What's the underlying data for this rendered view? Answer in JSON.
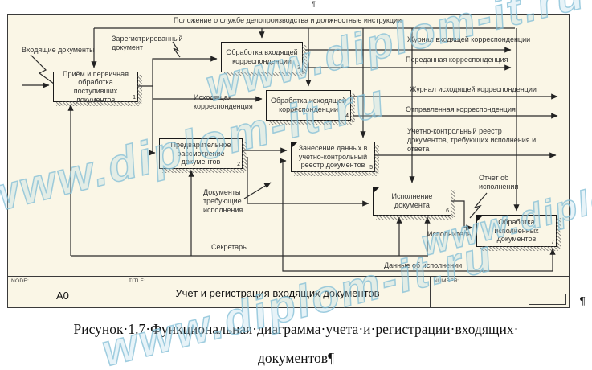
{
  "watermark": {
    "text": "www.diplom-it.ru"
  },
  "marks": {
    "pilcrow_top": "¶",
    "pilcrow_side": "¶"
  },
  "diagram": {
    "control_label": "Положение о службе делопроизводства и должностные инструкции",
    "boxes": {
      "b1": {
        "label": "Приём и первичная обработка поступивших документов",
        "num": "1"
      },
      "b2": {
        "label": "Предварительное рассмотрение документов",
        "num": "2"
      },
      "b3": {
        "label": "Обработка входящей корреспонденции",
        "num": "3"
      },
      "b4": {
        "label": "Обработка исходящей корреспонденции",
        "num": "4"
      },
      "b5": {
        "label": "Занесение данных в учетно-контрольный реестр документов",
        "num": "5"
      },
      "b6": {
        "label": "Исполнение документа",
        "num": "6"
      },
      "b7": {
        "label": "Обработка исполненных документов",
        "num": "7"
      }
    },
    "labels": {
      "incoming": "Входящие документы",
      "registered": "Зарегистрированный\nдокумент",
      "outgoing": "Исходящая\nкорреспонденция",
      "docs_required": "Документы\nтребующие\nисполнения",
      "secretary": "Секретарь",
      "journal_in": "Журнал входящей корреспонденции",
      "transferred": "Переданная корреспонденция",
      "journal_out": "Журнал исходящей корреспонденции",
      "sent": "Отправленная корреспонденция",
      "registry": "Учетно-контрольный реестр\nдокументов, требующих исполнения и\nответа",
      "report": "Отчет об\nисполнении",
      "executor": "Исполнитель",
      "exec_data": "Данные об исполнении"
    },
    "titlebar": {
      "node_label": "NODE:",
      "node_value": "A0",
      "title_label": "TITLE:",
      "title_value": "Учет и регистрация входящих документов",
      "number_label": "NUMBER:"
    }
  },
  "caption": {
    "line1": "Рисунок·1.7·Функциональная·диаграмма·учета·и·регистрации·входящих·",
    "line2": "документов¶"
  }
}
